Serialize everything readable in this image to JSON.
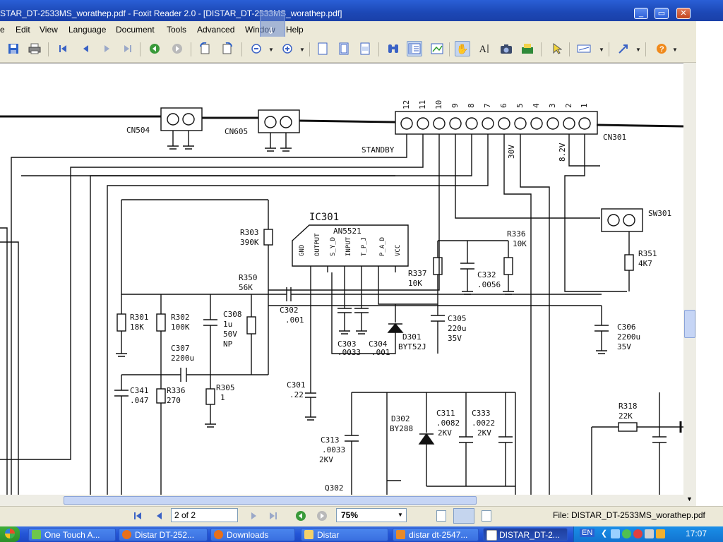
{
  "window": {
    "title": "STAR_DT-2533MS_worathep.pdf - Foxit Reader 2.0 - [DISTAR_DT-2533MS_worathep.pdf]",
    "minimize": "_",
    "restore": "▭",
    "close": "✕"
  },
  "menu": {
    "items": [
      "e",
      "Edit",
      "View",
      "Language",
      "Document",
      "Tools",
      "Advanced",
      "Window",
      "Help"
    ]
  },
  "toolbar": {
    "icons": [
      "save-icon",
      "print-icon",
      "first-page-icon",
      "prev-page-icon",
      "next-page-icon",
      "last-page-icon",
      "go-back-icon",
      "go-forward-icon",
      "rotate-left-icon",
      "rotate-right-icon",
      "zoom-out-icon",
      "zoom-in-icon",
      "actual-size-icon",
      "fit-page-icon",
      "fit-width-icon",
      "find-icon",
      "bookmarks-icon",
      "thumbnails-icon",
      "hand-tool-icon",
      "text-select-icon",
      "snapshot-icon",
      "typewriter-icon",
      "select-arrow-icon",
      "measure-icon",
      "link-icon",
      "help-icon"
    ]
  },
  "schematic": {
    "labels": {
      "cn504": "CN504",
      "cn605": "CN605",
      "cn301": "CN301",
      "standby": "STANDBY",
      "v30": "30V",
      "v82": "8.2V",
      "ic301": "IC301",
      "an5521": "AN5521",
      "sw301": "SW301",
      "r351": "R351",
      "r351v": "4K7",
      "r336a": "R336",
      "r336av": "10K",
      "r337": "R337",
      "r337v": "10K",
      "c332": "C332",
      "c332v": ".0056",
      "r303": "R303",
      "r303v": "390K",
      "r350": "R350",
      "r350v": "56K",
      "c302": "C302",
      "c302v": ".001",
      "c305": "C305",
      "c305v": "220u",
      "c305v2": "35V",
      "c306": "C306",
      "c306v": "2200u",
      "c306v2": "35V",
      "r301": "R301",
      "r301v": "18K",
      "r302": "R302",
      "r302v": "100K",
      "c308": "C308",
      "c308v": "1u",
      "c308v2": "50V",
      "c308v3": "NP",
      "c307": "C307",
      "c307v": "2200u",
      "c303": "C303",
      "c303v": ".0033",
      "c304": "C304",
      "c304v": ".001",
      "d301": "D301",
      "d301v": "BYT52J",
      "c341": "C341",
      "c341v": ".047",
      "r336b": "R336",
      "r336bv": "270",
      "r305": "R305",
      "r305v": "1",
      "c301": "C301",
      "c301v": ".22",
      "c313": "C313",
      "c313v": ".0033",
      "c313v2": "2KV",
      "d302": "D302",
      "d302v": "BY288",
      "c311": "C311",
      "c311v": ".0082",
      "c311v2": "2KV",
      "c333": "C333",
      "c333v": ".0022",
      "c333v2": "2KV",
      "r318": "R318",
      "r318v": "22K",
      "q302": "Q302",
      "pins": [
        "12",
        "11",
        "10",
        "9",
        "8",
        "7",
        "6",
        "5",
        "4",
        "3",
        "2",
        "1"
      ],
      "icpins": [
        "GND",
        "OUTPUT",
        "S_Y_D",
        "INPUT",
        "T_P_J",
        "P_A_D",
        "VCC"
      ]
    }
  },
  "nav": {
    "page": "2 of 2",
    "zoom": "75%",
    "file": "File: DISTAR_DT-2533MS_worathep.pdf"
  },
  "taskbar": {
    "tasks": [
      "One Touch A...",
      "Distar DT-252...",
      "Downloads",
      "Distar",
      "distar dt-2547...",
      "DISTAR_DT-2..."
    ],
    "lang": "EN",
    "clock": "17:07"
  }
}
